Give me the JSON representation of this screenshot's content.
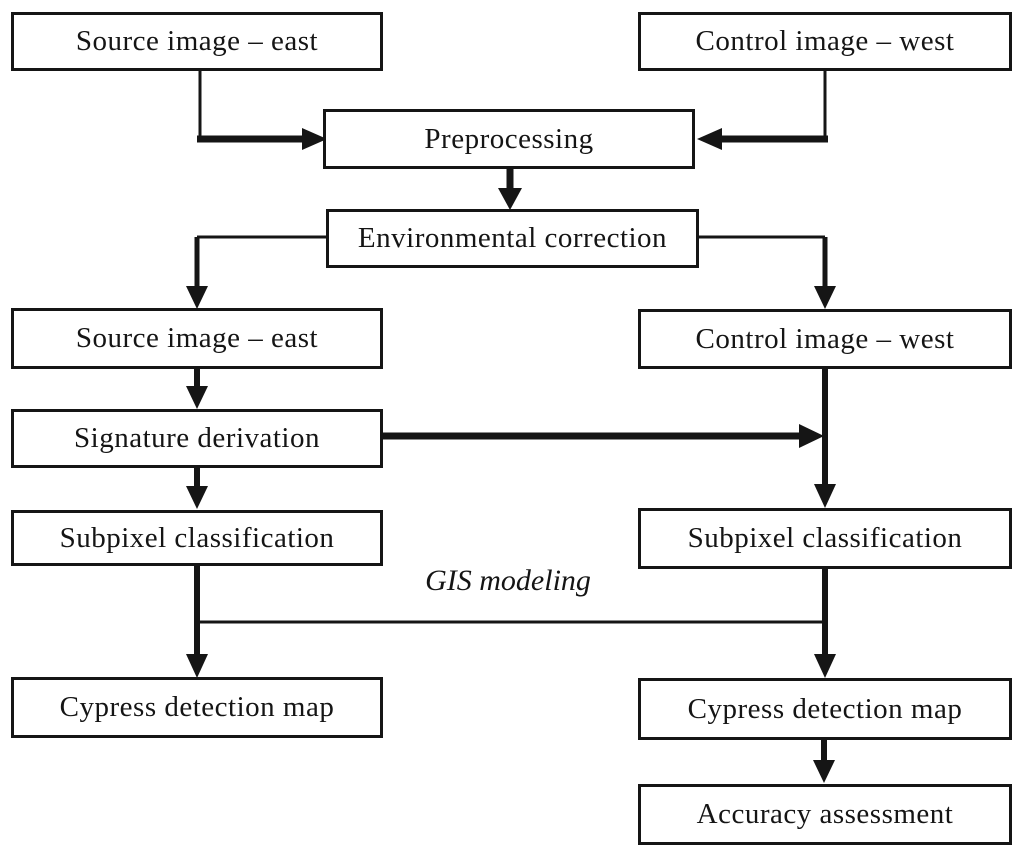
{
  "diagram": {
    "background": "#ffffff",
    "ink": "#151515",
    "nodes": {
      "source_east_top": "Source image – east",
      "control_west_top": "Control image – west",
      "preprocessing": "Preprocessing",
      "environmental_correction": "Environmental correction",
      "source_east_mid": "Source image – east",
      "control_west_mid": "Control image – west",
      "signature_derivation": "Signature derivation",
      "subpixel_left": "Subpixel classification",
      "subpixel_right": "Subpixel classification",
      "cypress_left": "Cypress detection map",
      "cypress_right": "Cypress detection map",
      "accuracy_assessment": "Accuracy assessment"
    },
    "annotations": {
      "gis_modeling": "GIS modeling"
    },
    "edges": [
      {
        "from": "source_east_top",
        "to": "preprocessing"
      },
      {
        "from": "control_west_top",
        "to": "preprocessing"
      },
      {
        "from": "preprocessing",
        "to": "environmental_correction"
      },
      {
        "from": "environmental_correction",
        "to": "source_east_mid"
      },
      {
        "from": "environmental_correction",
        "to": "control_west_mid"
      },
      {
        "from": "source_east_mid",
        "to": "signature_derivation"
      },
      {
        "from": "signature_derivation",
        "to": "subpixel_left"
      },
      {
        "from": "signature_derivation",
        "to": "subpixel_right"
      },
      {
        "from": "control_west_mid",
        "to": "subpixel_right"
      },
      {
        "from": "subpixel_left",
        "to": "cypress_left"
      },
      {
        "from": "subpixel_right",
        "to": "cypress_right"
      },
      {
        "from": "subpixel_left",
        "to": "subpixel_right",
        "label_key": "gis_modeling"
      },
      {
        "from": "cypress_right",
        "to": "accuracy_assessment"
      }
    ]
  }
}
